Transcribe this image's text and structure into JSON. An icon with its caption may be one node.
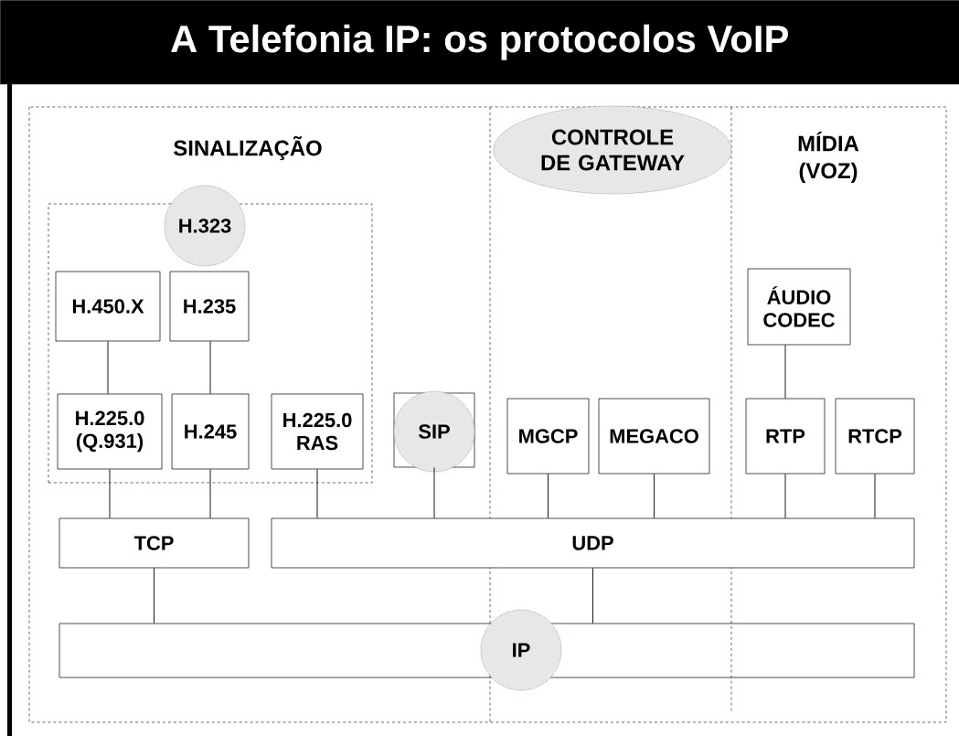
{
  "diagram": {
    "title": "A Telefonia IP: os protocolos VoIP",
    "nodes": [
      {
        "text": [
          "H.323"
        ]
      },
      {
        "text": [
          "H.450.X"
        ],
        "in": 0
      },
      {
        "text": [
          "H.235"
        ],
        "in": 0
      },
      {
        "text": [
          "H.225.0 (Q.931)"
        ],
        "in": 0
      },
      {
        "text": [
          "H.245"
        ],
        "in": 0
      },
      {
        "text": [
          "H.225.0 RAS"
        ],
        "in": 0
      },
      {
        "text": [
          "SIP"
        ]
      },
      {
        "text": [
          "CONTROLE DE GATEWAY"
        ]
      },
      {
        "text": [
          "MGCP"
        ]
      },
      {
        "text": [
          "MEGACO"
        ]
      },
      {
        "text": [
          "ÁUDIO CODEC"
        ]
      },
      {
        "text": [
          "RTP"
        ]
      },
      {
        "text": [
          "RTCP"
        ]
      },
      {
        "text": [
          "TCP"
        ]
      },
      {
        "text": [
          "UDP"
        ]
      },
      {
        "text": [
          "IP"
        ]
      }
    ],
    "edges": [
      {
        "from": 1,
        "to": 3,
        "arrow": "none"
      },
      {
        "from": 2,
        "to": 4,
        "arrow": "none"
      },
      {
        "from": 3,
        "to": 13,
        "arrow": "none"
      },
      {
        "from": 4,
        "to": 13,
        "arrow": "none"
      },
      {
        "from": 5,
        "to": 14,
        "arrow": "none"
      },
      {
        "from": 6,
        "to": 14,
        "arrow": "none"
      },
      {
        "from": 8,
        "to": 14,
        "arrow": "none"
      },
      {
        "from": 9,
        "to": 14,
        "arrow": "none"
      },
      {
        "from": 10,
        "to": 11,
        "arrow": "none"
      },
      {
        "from": 11,
        "to": 14,
        "arrow": "none"
      },
      {
        "from": 12,
        "to": 14,
        "arrow": "none"
      },
      {
        "from": 13,
        "to": 15,
        "arrow": "none"
      },
      {
        "from": 14,
        "to": 15,
        "arrow": "none"
      }
    ],
    "labels": [
      "SINALIZAÇÃO",
      "MÍDIA (VOZ)"
    ]
  }
}
